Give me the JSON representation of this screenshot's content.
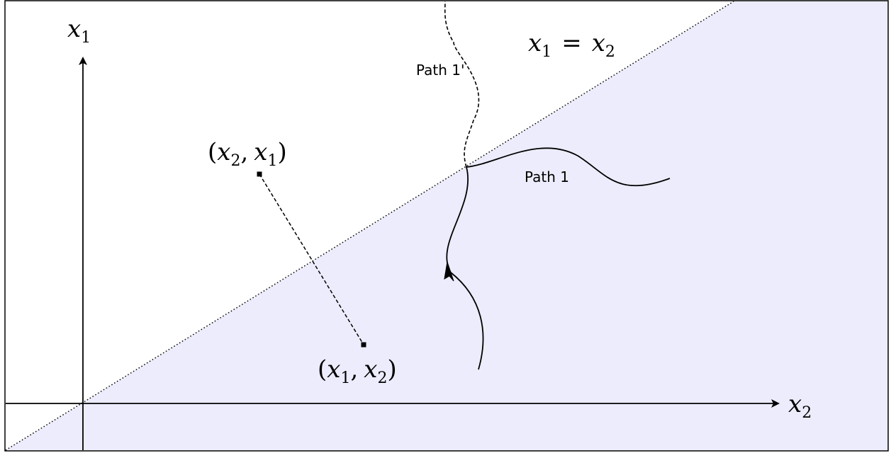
{
  "axes": {
    "y_symbol": "x",
    "y_index": "1",
    "x_symbol": "x",
    "x_index": "2"
  },
  "diagonal_label": {
    "lhs": "x",
    "lhs_index": "1",
    "eq": "=",
    "rhs": "x",
    "rhs_index": "2"
  },
  "points": {
    "upper": {
      "open": "(",
      "a": "x",
      "a_index": "2",
      "comma": ",",
      "b": "x",
      "b_index": "1",
      "close": ")"
    },
    "lower": {
      "open": "(",
      "a": "x",
      "a_index": "1",
      "comma": ",",
      "b": "x",
      "b_index": "2",
      "close": ")"
    }
  },
  "paths": {
    "path1": "Path 1",
    "path1_prime": "Path 1'"
  },
  "colors": {
    "region_fill": "#ececfc",
    "stroke": "#000000"
  }
}
